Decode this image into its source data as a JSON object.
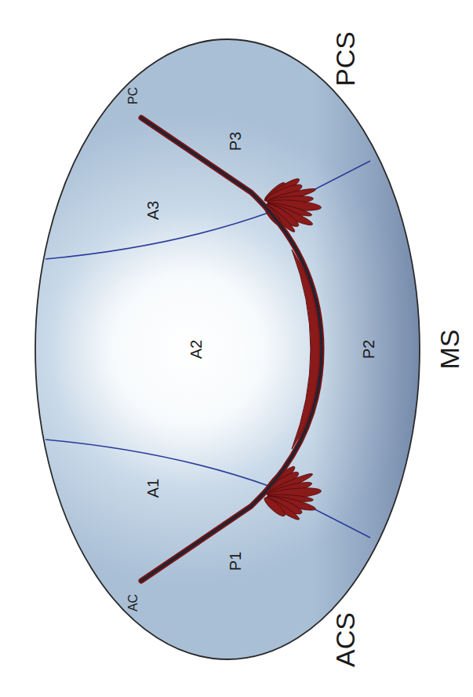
{
  "diagram": {
    "labels": [
      "PCS",
      "PC",
      "A3",
      "P3",
      "A2",
      "P2",
      "MS",
      "A1",
      "P1",
      "AC",
      "ACS"
    ]
  }
}
